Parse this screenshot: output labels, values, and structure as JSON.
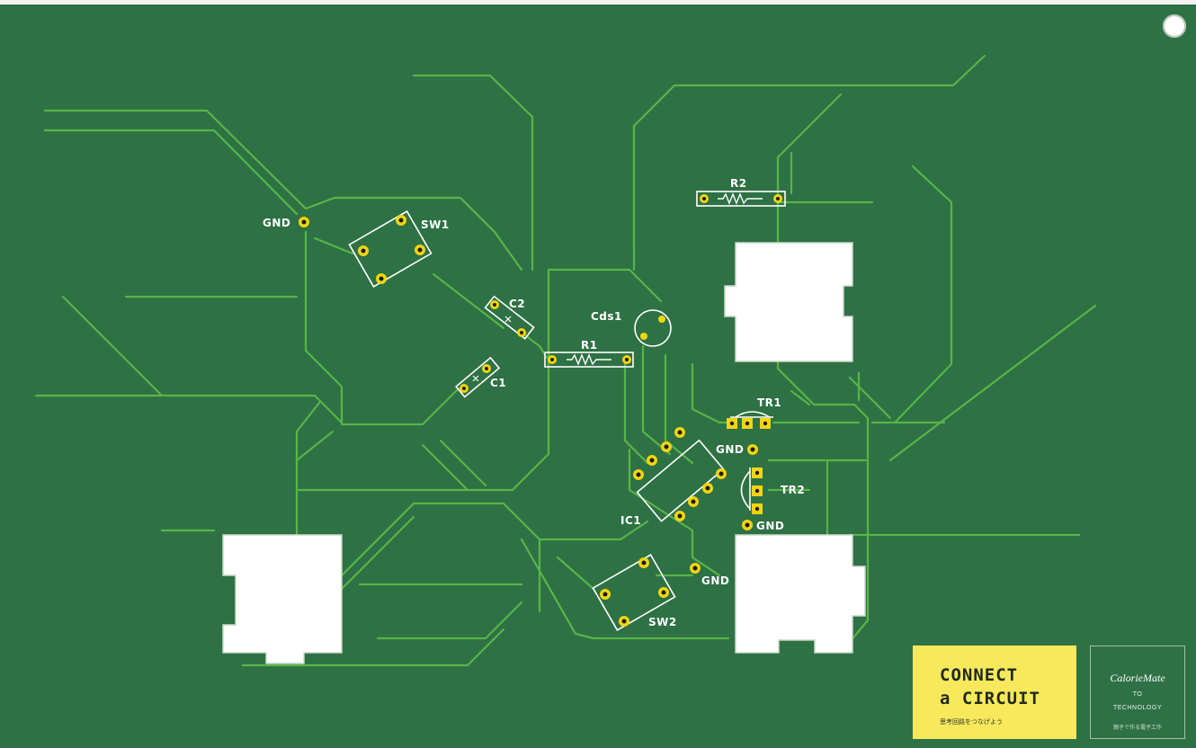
{
  "labels": {
    "gnd": "GND",
    "sw1": "SW1",
    "sw2": "SW2",
    "c1": "C1",
    "c2": "C2",
    "r1": "R1",
    "r2": "R2",
    "cds1": "Cds1",
    "ic1": "IC1",
    "tr1": "TR1",
    "tr2": "TR2"
  },
  "brand": {
    "line1": "CONNECT",
    "line2": "a CIRCUIT",
    "subtitle": "思考回路をつなげよう"
  },
  "logo": {
    "name": "CalorieMate",
    "to": "TO",
    "technology": "TECHNOLOGY",
    "footer": "親子で作る電子工作"
  },
  "colors": {
    "board": "#2e7144",
    "trace": "#58b548",
    "pad": "#f2d50f",
    "cutout": "#ffffff",
    "label_panel": "#f7e95b"
  },
  "icons": [
    "mounting-hole-icon",
    "resistor-symbol-icon",
    "capacitor-polarity-icon"
  ]
}
